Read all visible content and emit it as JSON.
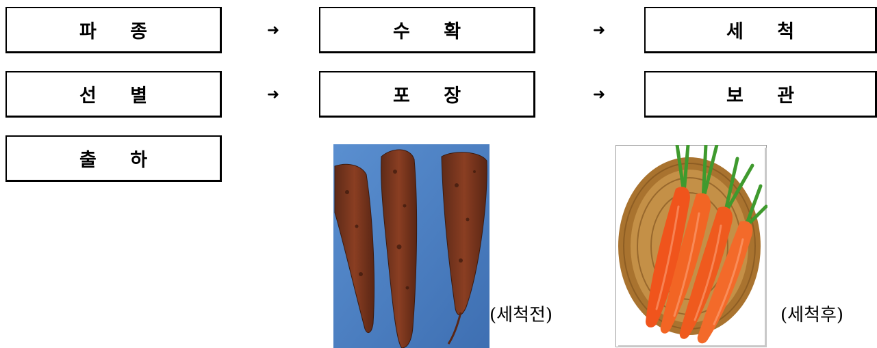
{
  "steps": [
    "파 종",
    "수 확",
    "세 척",
    "선 별",
    "포 장",
    "보 관",
    "출 하"
  ],
  "arrow_glyph": "➜",
  "captions": {
    "before": "(세척전)",
    "after": "(세척후)"
  },
  "colors": {
    "photo_before_bg": "#4a7ec0",
    "dirty_carrot": "#7a3520",
    "clean_carrot": "#f0541c",
    "basket": "#a9732f",
    "leaves": "#3f9a2e"
  }
}
